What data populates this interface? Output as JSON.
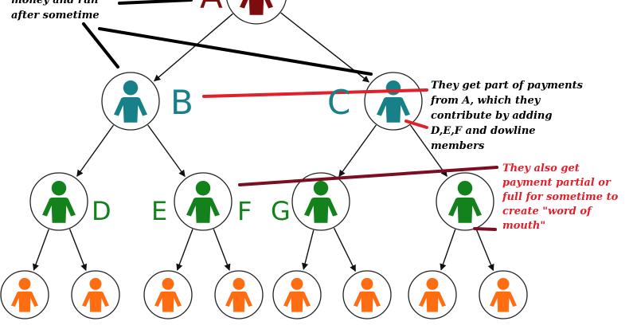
{
  "colors": {
    "top": "#7f0c0c",
    "mid": "#178088",
    "low": "#14821c",
    "leaf": "#ff6d12",
    "note_dark": "#000000",
    "note_red": "#e0202a",
    "line_red": "#e0202a",
    "line_maroon": "#7a0e24",
    "edge": "#111111"
  },
  "nodes": {
    "a": {
      "letter": "A",
      "icon": "person-icon"
    },
    "b": {
      "letter": "B",
      "icon": "person-icon"
    },
    "c": {
      "letter": "C",
      "icon": "person-icon"
    },
    "d": {
      "letter": "D",
      "icon": "person-icon"
    },
    "e": {
      "letter": "E",
      "icon": "person-icon"
    },
    "f": {
      "letter": "F",
      "icon": "person-icon"
    },
    "g": {
      "letter": "G",
      "icon": "person-icon"
    },
    "unlabeled": {
      "icon": "person-icon"
    },
    "leaves": {
      "icon": "person-icon"
    }
  },
  "notes": {
    "top_left": {
      "lines": [
        "money and run",
        "after sometime"
      ]
    },
    "right_mid": {
      "lines": [
        "They get part of payments",
        "from A, which they",
        "contribute by adding",
        "D,E,F and dowline",
        "members"
      ]
    },
    "right_low": {
      "lines": [
        "They also get",
        "payment partial or",
        "full for sometime to",
        "create \"word of",
        "mouth\""
      ]
    }
  }
}
